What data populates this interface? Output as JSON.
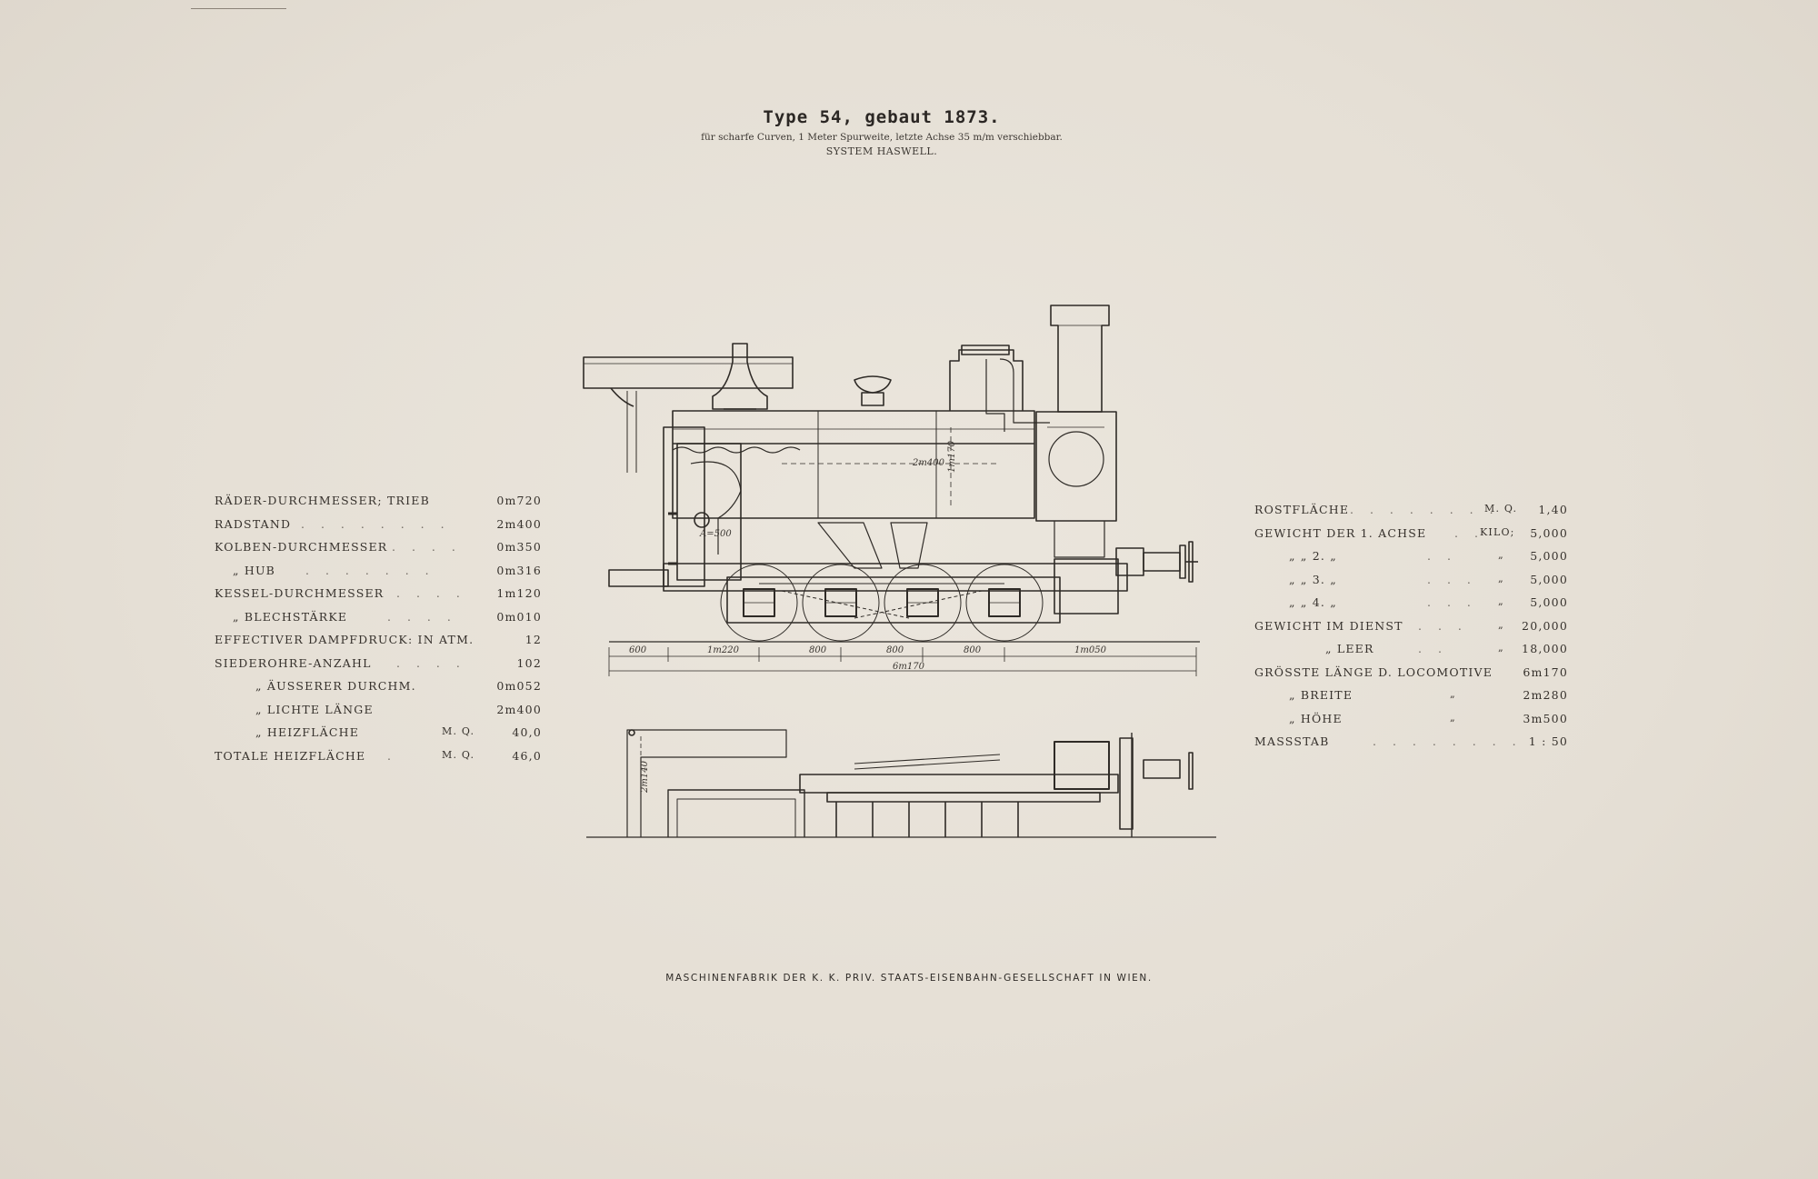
{
  "title": {
    "main": "Type 54, gebaut 1873.",
    "subtitle": "für scharfe Curven, 1 Meter Spurweite, letzte Achse 35 m/m verschiebbar.",
    "system": "SYSTEM HASWELL."
  },
  "left_specs": [
    {
      "label": "Räder-Durchmesser; Trieb",
      "unit": "",
      "value": "0m720"
    },
    {
      "label": "Radstand",
      "unit": "",
      "value": "2m400"
    },
    {
      "label": "Kolben-Durchmesser",
      "unit": "",
      "value": "0m350"
    },
    {
      "label": "„ Hub",
      "unit": "",
      "value": "0m316"
    },
    {
      "label": "Kessel-Durchmesser",
      "unit": "",
      "value": "1m120"
    },
    {
      "label": "„ Blechstärke",
      "unit": "",
      "value": "0m010"
    },
    {
      "label": "Effectiver Dampfdruck: in Atm.",
      "unit": "",
      "value": "12"
    },
    {
      "label": "Siederohre-Anzahl",
      "unit": "",
      "value": "102"
    },
    {
      "label": "„ äusserer Durchm.",
      "unit": "",
      "value": "0m052"
    },
    {
      "label": "„ lichte Länge",
      "unit": "",
      "value": "2m400"
    },
    {
      "label": "„ Heizfläche",
      "unit": "M. Q.",
      "value": "40,0"
    },
    {
      "label": "Totale Heizfläche",
      "unit": "M. Q.",
      "value": "46,0"
    }
  ],
  "right_specs": [
    {
      "label": "Rostfläche",
      "unit": "M. Q.",
      "value": "1,40"
    },
    {
      "label": "Gewicht der 1. Achse",
      "unit": "Kilo;",
      "value": "5,000"
    },
    {
      "label": "„ „ 2. „",
      "unit": "„",
      "value": "5,000"
    },
    {
      "label": "„ „ 3. „",
      "unit": "„",
      "value": "5,000"
    },
    {
      "label": "„ „ 4. „",
      "unit": "„",
      "value": "5,000"
    },
    {
      "label": "Gewicht im Dienst",
      "unit": "„",
      "value": "20,000"
    },
    {
      "label": "„ leer",
      "unit": "„",
      "value": "18,000"
    },
    {
      "label": "Grösste Länge d. Locomotive",
      "unit": "",
      "value": "6m170"
    },
    {
      "label": "„ Breite",
      "unit": "„",
      "value": "2m280"
    },
    {
      "label": "„ Höhe",
      "unit": "„",
      "value": "3m500"
    },
    {
      "label": "Massstab",
      "unit": "",
      "value": "1 : 50"
    }
  ],
  "drawing": {
    "dimensions": [
      "600",
      "1m220",
      "800",
      "800",
      "800",
      "1m050"
    ],
    "overall_length": "6m170",
    "boiler_length": "2m400",
    "firebox_height": "1m170",
    "grate_label": "A=500",
    "plan_width": "2m140"
  },
  "footer": "MASCHINENFABRIK DER K. K. PRIV. STAATS-EISENBAHN-GESELLSCHAFT IN WIEN."
}
